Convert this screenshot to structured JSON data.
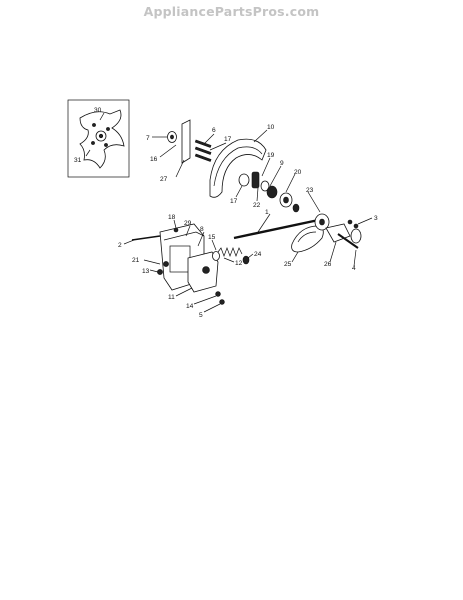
{
  "watermark": "AppliancePartsPros.com",
  "callouts": [
    {
      "id": "p30",
      "text": "30"
    },
    {
      "id": "p31",
      "text": "31"
    },
    {
      "id": "p7",
      "text": "7"
    },
    {
      "id": "p6",
      "text": "6"
    },
    {
      "id": "p17a",
      "text": "17"
    },
    {
      "id": "p10",
      "text": "10"
    },
    {
      "id": "p16",
      "text": "16"
    },
    {
      "id": "p19",
      "text": "19"
    },
    {
      "id": "p9",
      "text": "9"
    },
    {
      "id": "p27",
      "text": "27"
    },
    {
      "id": "p20",
      "text": "20"
    },
    {
      "id": "p17b",
      "text": "17"
    },
    {
      "id": "p22",
      "text": "22"
    },
    {
      "id": "p23",
      "text": "23"
    },
    {
      "id": "p1",
      "text": "1"
    },
    {
      "id": "p3",
      "text": "3"
    },
    {
      "id": "p18",
      "text": "18"
    },
    {
      "id": "p29",
      "text": "29"
    },
    {
      "id": "p8",
      "text": "8"
    },
    {
      "id": "p2",
      "text": "2"
    },
    {
      "id": "p15",
      "text": "15"
    },
    {
      "id": "p24",
      "text": "24"
    },
    {
      "id": "p21",
      "text": "21"
    },
    {
      "id": "p12",
      "text": "12"
    },
    {
      "id": "p13",
      "text": "13"
    },
    {
      "id": "p25",
      "text": "25"
    },
    {
      "id": "p26",
      "text": "26"
    },
    {
      "id": "p4",
      "text": "4"
    },
    {
      "id": "p11",
      "text": "11"
    },
    {
      "id": "p14",
      "text": "14"
    },
    {
      "id": "p5",
      "text": "5"
    }
  ]
}
